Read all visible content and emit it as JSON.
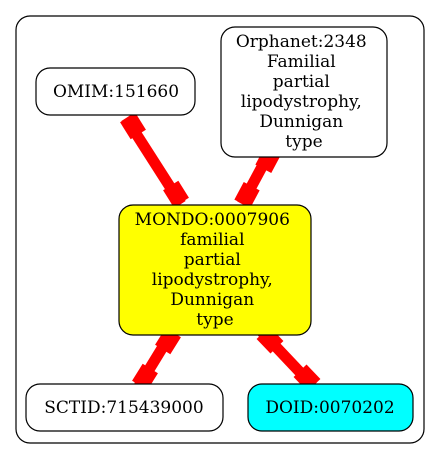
{
  "graph": {
    "nodes": [
      {
        "id": "omim",
        "lines": [
          "OMIM:151660"
        ],
        "fill": "#ffffff"
      },
      {
        "id": "orphanet",
        "lines": [
          "Orphanet:2348",
          "Familial",
          "partial",
          "lipodystrophy,",
          "Dunnigan",
          "type"
        ],
        "fill": "#ffffff"
      },
      {
        "id": "mondo",
        "lines": [
          "MONDO:0007906",
          "familial",
          "partial",
          "lipodystrophy,",
          "Dunnigan",
          "type"
        ],
        "fill": "#ffff00"
      },
      {
        "id": "sctid",
        "lines": [
          "SCTID:715439000"
        ],
        "fill": "#ffffff"
      },
      {
        "id": "doid",
        "lines": [
          "DOID:0070202"
        ],
        "fill": "#00ffff"
      }
    ],
    "edges": [
      {
        "from": "omim",
        "to": "mondo"
      },
      {
        "from": "orphanet",
        "to": "mondo"
      },
      {
        "from": "mondo",
        "to": "sctid"
      },
      {
        "from": "mondo",
        "to": "doid"
      }
    ],
    "edge_color": "#ff0000",
    "border_color": "#000000"
  }
}
